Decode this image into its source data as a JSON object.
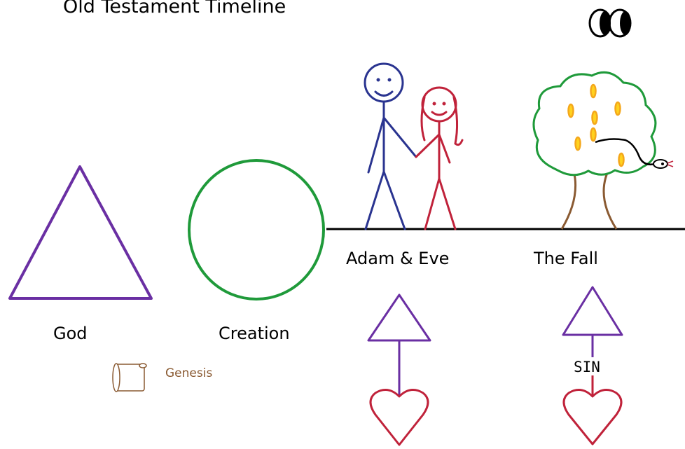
{
  "title": "Old Testament Timeline",
  "labels": {
    "god": "God",
    "creation": "Creation",
    "adam_eve": "Adam & Eve",
    "the_fall": "The Fall",
    "genesis": "Genesis",
    "sin": "SIN"
  },
  "colors": {
    "purple": "#6a2fa3",
    "green": "#1f9a3a",
    "navy": "#2a3490",
    "red": "#c0223a",
    "brown": "#8a5a32",
    "orange": "#f4a71b",
    "yellow": "#ffd21f"
  },
  "icons": [
    "eyes-icon",
    "scroll-icon"
  ]
}
